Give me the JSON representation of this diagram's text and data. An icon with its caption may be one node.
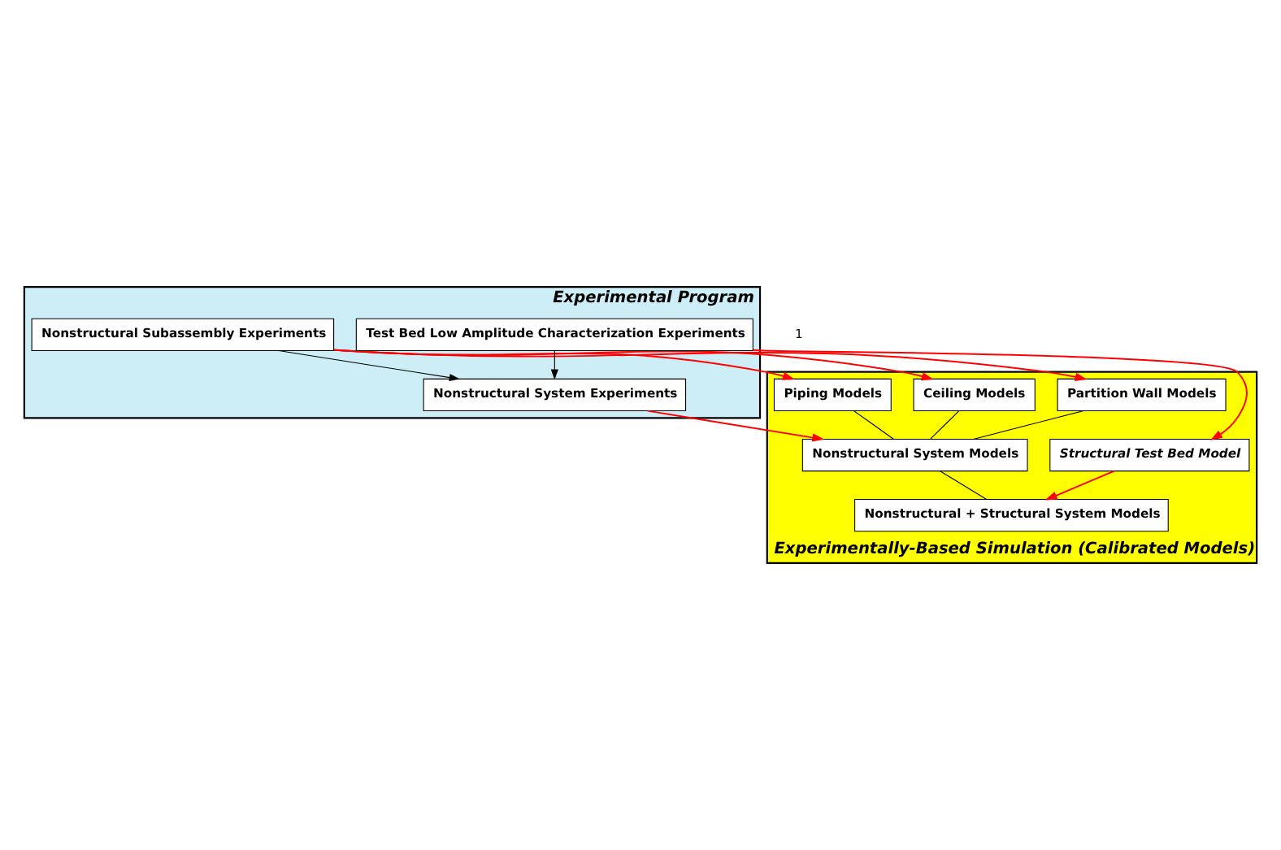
{
  "diagram": {
    "nodes": [
      {
        "text": [
          "Experimental Program"
        ]
      },
      {
        "text": [
          "Nonstructural Subassembly Experiments"
        ],
        "in": 0
      },
      {
        "text": [
          "Nonstructural System Experiments"
        ],
        "in": 0
      },
      {
        "text": [
          "Test Bed Low Amplitude Characterization Experiments"
        ],
        "in": 0
      },
      {
        "text": [
          "Experimentally-Based Simulation (Calibrated Models)"
        ]
      },
      {
        "text": [
          "Piping Models"
        ],
        "in": 4
      },
      {
        "text": [
          "Partition Wall Models"
        ],
        "in": 4
      },
      {
        "text": [
          "Ceiling Models"
        ],
        "in": 4
      },
      {
        "text": [
          "Nonstructural System Models"
        ],
        "in": 4
      },
      {
        "text": [
          "Nonstructural + Structural System Models"
        ],
        "in": 4
      },
      {
        "text": [
          "Structural Test Bed Model"
        ],
        "in": 4
      }
    ],
    "edges": [
      {
        "from": 1,
        "to": 5,
        "arrow": "to",
        "color": "#ff0000"
      },
      {
        "from": 1,
        "to": 6,
        "arrow": "to",
        "color": "#ff0000"
      },
      {
        "from": 1,
        "to": 7,
        "arrow": "to",
        "color": "#ff0000"
      },
      {
        "from": 1,
        "to": 2,
        "arrow": "to",
        "color": "#000000"
      },
      {
        "from": 5,
        "to": 8,
        "arrow": "none",
        "color": "#000000"
      },
      {
        "from": 6,
        "to": 8,
        "arrow": "none",
        "color": "#000000"
      },
      {
        "from": 7,
        "to": 8,
        "arrow": "none",
        "color": "#000000"
      },
      {
        "from": 2,
        "to": 8,
        "arrow": "to",
        "color": "#ff0000"
      },
      {
        "from": 3,
        "to": 2,
        "arrow": "to",
        "color": "#000000"
      },
      {
        "from": 3,
        "to": 10,
        "arrow": "to",
        "color": "#ff0000"
      },
      {
        "from": 8,
        "to": 9,
        "arrow": "none",
        "color": "#000000"
      },
      {
        "from": 10,
        "to": 9,
        "arrow": "to",
        "color": "#ff0000"
      }
    ],
    "labels": [
      "1"
    ]
  }
}
